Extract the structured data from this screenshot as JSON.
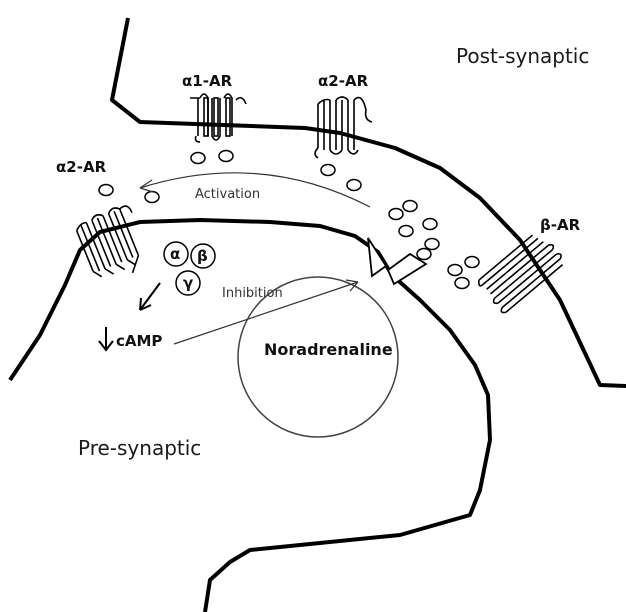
{
  "labels": {
    "post_synaptic": "Post-synaptic",
    "pre_synaptic": "Pre-synaptic",
    "alpha1_ar_post": "α1-AR",
    "alpha2_ar_post": "α2-AR",
    "alpha2_ar_pre": "α2-AR",
    "beta_ar": "β-AR",
    "activation": "Activation",
    "inhibition": "Inhibition",
    "camp": "cAMP",
    "noradrenaline": "Noradrenaline",
    "g_alpha": "α",
    "g_beta": "β",
    "g_gamma": "γ"
  },
  "colors": {
    "line": "#000000",
    "thin_line": "#444444",
    "background": "#ffffff"
  }
}
